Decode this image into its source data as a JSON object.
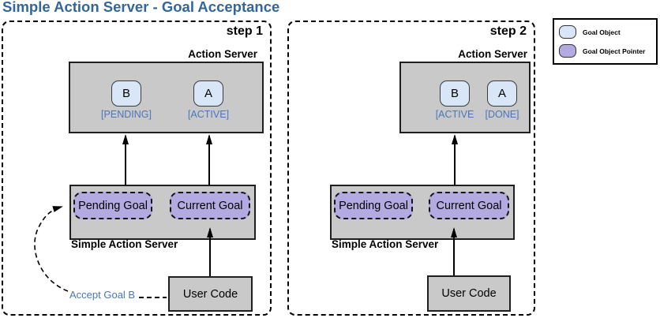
{
  "title": "Simple Action Server - Goal Acceptance",
  "colors": {
    "title": "#336699",
    "state_label": "#4a76b8",
    "server_box_fill": "#c9c9c9",
    "goal_object_fill": "#d8e6f8",
    "goal_pointer_fill": "#b3aae2"
  },
  "legend": {
    "items": [
      {
        "label": "Goal Object"
      },
      {
        "label": "Goal Object Pointer"
      }
    ]
  },
  "steps": [
    {
      "label": "step 1",
      "action_server": {
        "title": "Action Server",
        "goals": [
          {
            "name": "B",
            "state": "[PENDING]"
          },
          {
            "name": "A",
            "state": "[ACTIVE]"
          }
        ]
      },
      "simple_action_server": {
        "title": "Simple Action Server",
        "slots": [
          "Pending Goal",
          "Current Goal"
        ]
      },
      "user_code": "User Code",
      "annotation": "Accept Goal B"
    },
    {
      "label": "step 2",
      "action_server": {
        "title": "Action Server",
        "goals": [
          {
            "name": "B",
            "state": "[ACTIVE"
          },
          {
            "name": "A",
            "state": "[DONE]"
          }
        ]
      },
      "simple_action_server": {
        "title": "Simple Action Server",
        "slots": [
          "Pending Goal",
          "Current Goal"
        ]
      },
      "user_code": "User Code"
    }
  ]
}
